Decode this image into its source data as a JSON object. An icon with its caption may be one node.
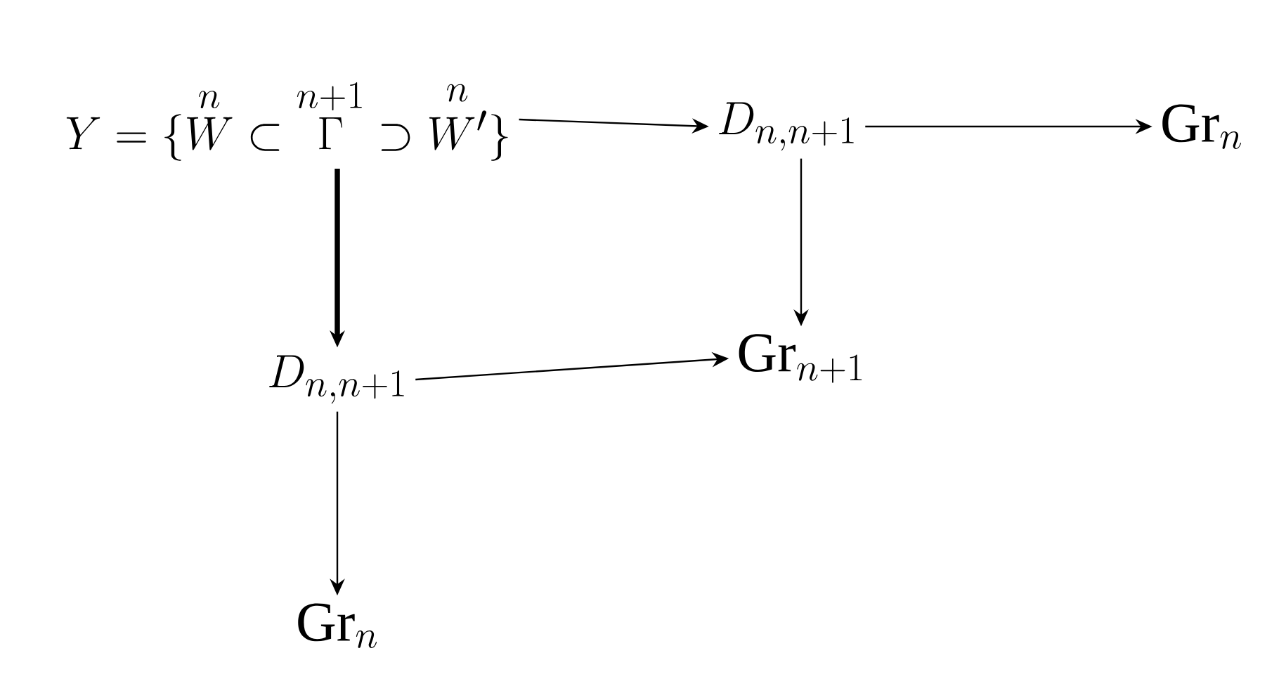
{
  "diagram": {
    "nodes": [
      {
        "text": [
          "Y = \\{ \\overset{n}{W} \\subset \\overset{n+1}{\\Gamma} \\supset \\overset{n}{W'} \\}"
        ]
      },
      {
        "text": [
          "D_{n,n+1}"
        ]
      },
      {
        "text": [
          "\\mathrm{Gr}_{n}"
        ]
      },
      {
        "text": [
          "D_{n,n+1}"
        ]
      },
      {
        "text": [
          "\\mathrm{Gr}_{n+1}"
        ]
      },
      {
        "text": [
          "\\mathrm{Gr}_{n}"
        ]
      }
    ],
    "edges": [
      {
        "from": 0,
        "to": 1,
        "arrow": "to"
      },
      {
        "from": 1,
        "to": 2,
        "arrow": "to"
      },
      {
        "from": 0,
        "to": 3,
        "arrow": "to",
        "style": "thick"
      },
      {
        "from": 1,
        "to": 4,
        "arrow": "to"
      },
      {
        "from": 3,
        "to": 4,
        "arrow": "to"
      },
      {
        "from": 3,
        "to": 5,
        "arrow": "to"
      }
    ]
  }
}
